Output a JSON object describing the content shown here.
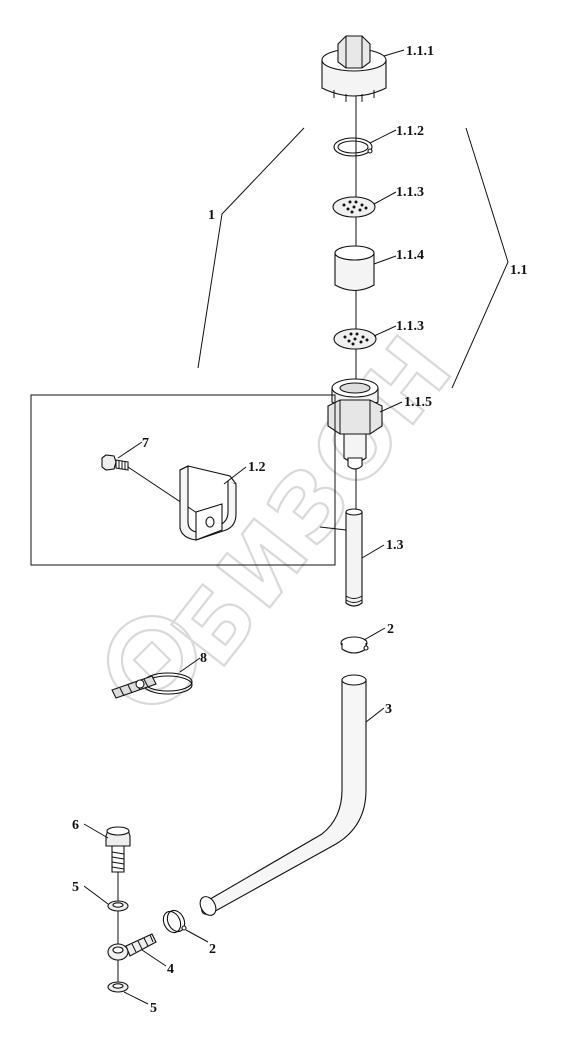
{
  "diagram": {
    "callouts": {
      "c_111": "1.1.1",
      "c_112": "1.1.2",
      "c_113a": "1.1.3",
      "c_114": "1.1.4",
      "c_113b": "1.1.3",
      "c_115": "1.1.5",
      "c_1": "1",
      "c_11": "1.1",
      "c_7": "7",
      "c_12": "1.2",
      "c_13": "1.3",
      "c_2a": "2",
      "c_8": "8",
      "c_3": "3",
      "c_6": "6",
      "c_5a": "5",
      "c_2b": "2",
      "c_4": "4",
      "c_5b": "5"
    },
    "watermark": "БИЗОН"
  },
  "colors": {
    "line": "#111111",
    "watermark": "#d9d9d9",
    "background": "#ffffff"
  }
}
